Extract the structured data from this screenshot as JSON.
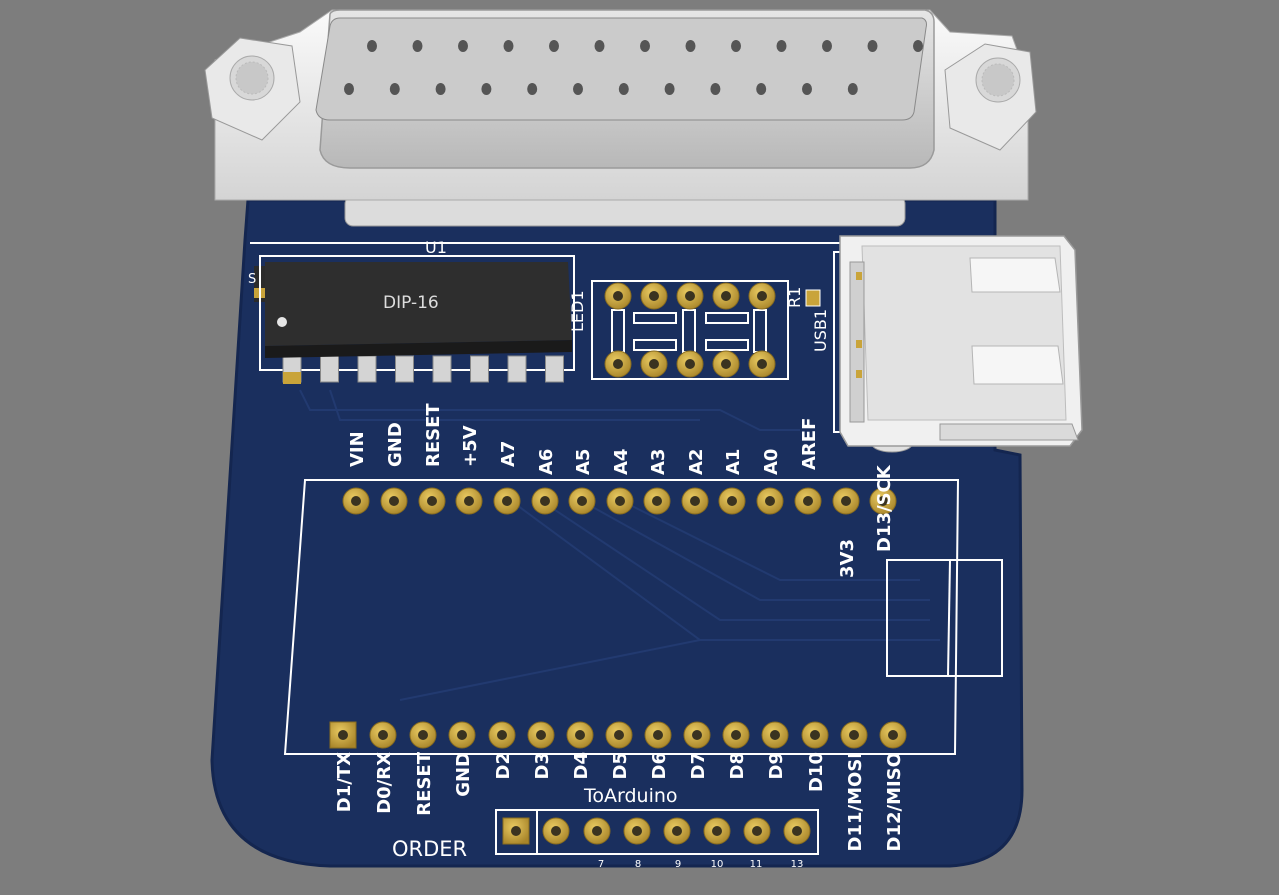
{
  "colors": {
    "background": "#7d7d7d",
    "board": "#1a2f5e",
    "board_edge": "#142650",
    "silkscreen": "#ffffff",
    "pad_gold": "#c9a43a",
    "ic_body": "#2b2b2b",
    "connector_body": "#ececec"
  },
  "components": {
    "ic_ref": "U1",
    "ic_package": "DIP-16",
    "led_ref": "LED1",
    "resistor_ref": "R1",
    "usb_ref": "USB1",
    "partial_ref": "S"
  },
  "top_header_labels": [
    "VIN",
    "GND",
    "RESET",
    "+5V",
    "A7",
    "A6",
    "A5",
    "A4",
    "A3",
    "A2",
    "A1",
    "A0",
    "AREF",
    "3V3",
    "D13/SCK"
  ],
  "bottom_header_labels": [
    "D1/TX",
    "D0/RX",
    "RESET",
    "GND",
    "D2",
    "D3",
    "D4",
    "D5",
    "D6",
    "D7",
    "D8",
    "D9",
    "D10",
    "D11/MOSI",
    "D12/MISO"
  ],
  "small_header": {
    "title": "ToArduino",
    "side_label": "ORDER",
    "pin_numbers": [
      "7",
      "8",
      "9",
      "10",
      "11",
      "13"
    ]
  }
}
